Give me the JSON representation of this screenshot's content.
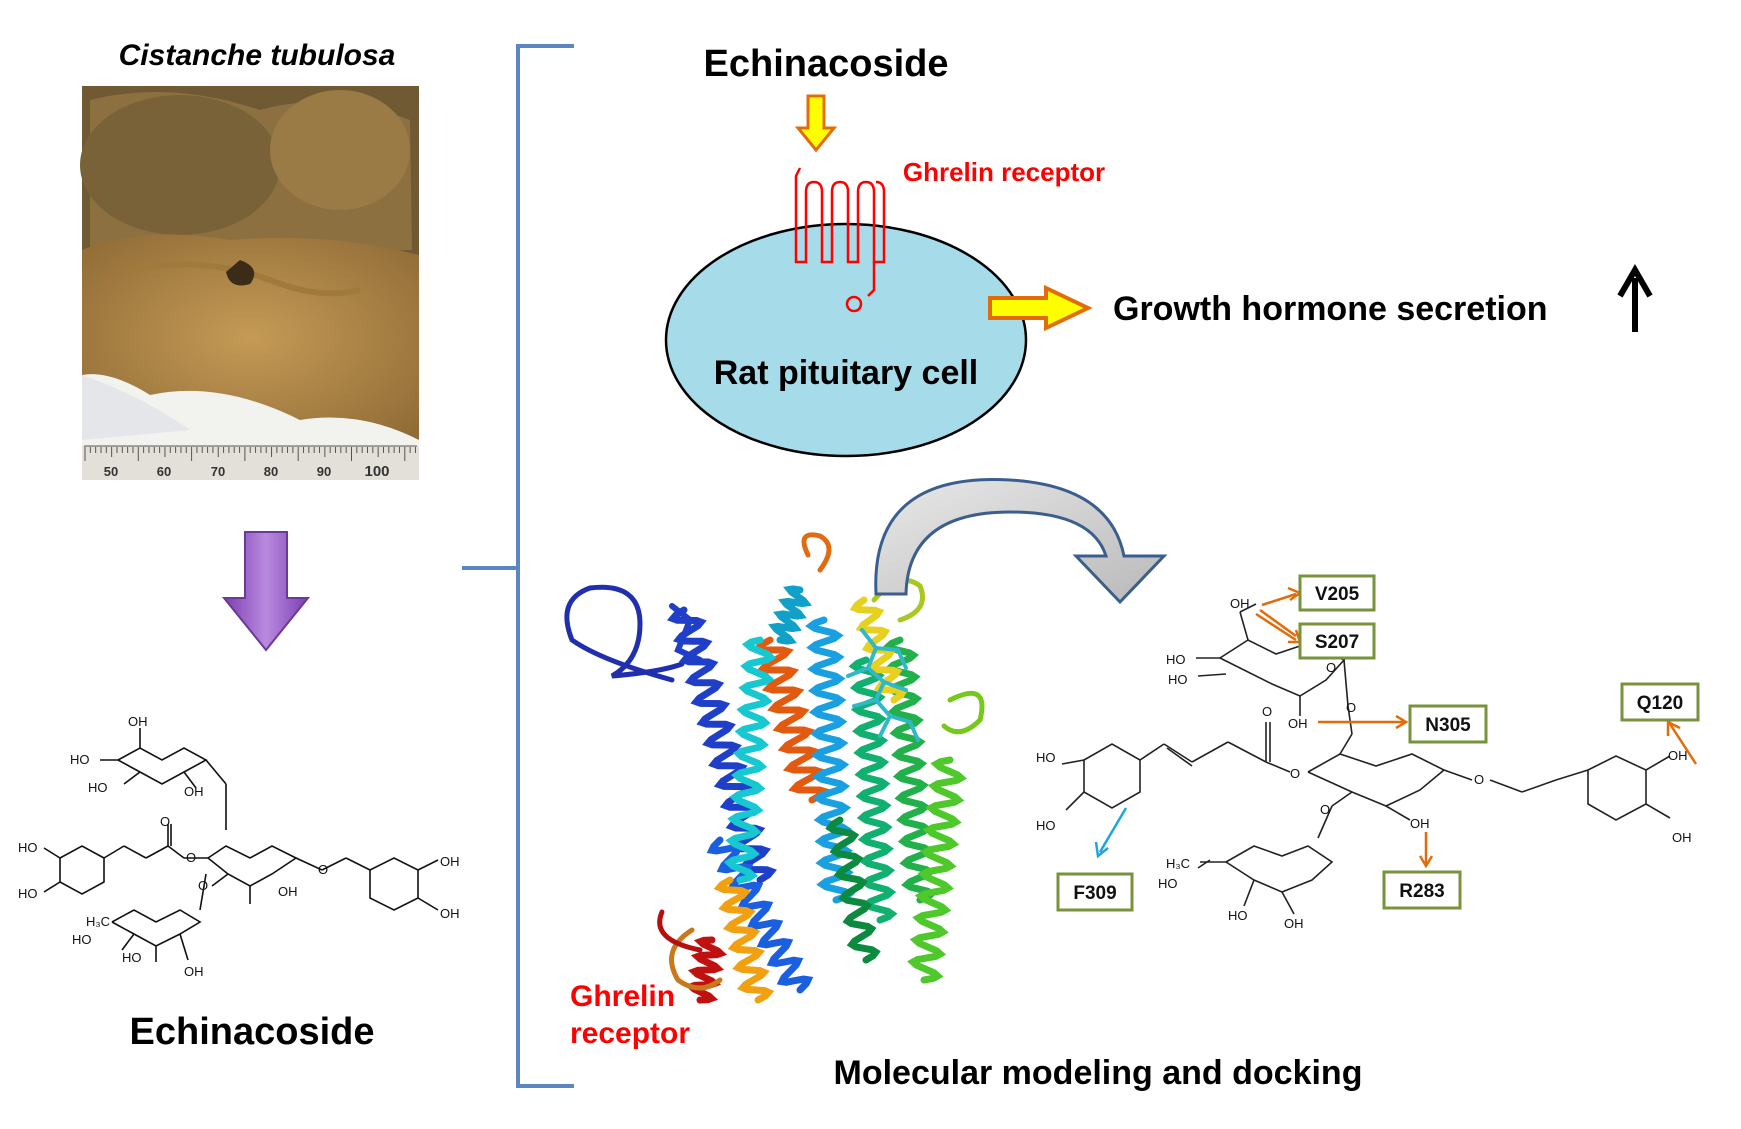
{
  "left": {
    "plant_title": "Cistanche tubulosa",
    "ruler_ticks": [
      "50",
      "60",
      "70",
      "80",
      "90",
      "100"
    ],
    "compound_name": "Echinacoside"
  },
  "cell_panel": {
    "compound_label": "Echinacoside",
    "receptor_label": "Ghrelin receptor",
    "cell_label": "Rat pituitary cell",
    "effect_label": "Growth hormone secretion",
    "effect_arrow": "up-arrow-icon"
  },
  "modeling_panel": {
    "receptor_label_line1": "Ghrelin",
    "receptor_label_line2": "receptor",
    "caption": "Molecular modeling and docking",
    "residues": [
      "V205",
      "S207",
      "N305",
      "Q120",
      "F309",
      "R283"
    ]
  },
  "colors": {
    "bracket": "#5b86c0",
    "receptor_red": "#ff0000",
    "cell_fill": "#a6dcea",
    "purple_arrow": "#9b5fc6",
    "yellow_arrow": "#ffff00",
    "arrow_outline": "#e36c0a",
    "residue_box": "#77933c",
    "interaction_orange": "#e36c0a",
    "interaction_blue": "#1ea5e0"
  }
}
